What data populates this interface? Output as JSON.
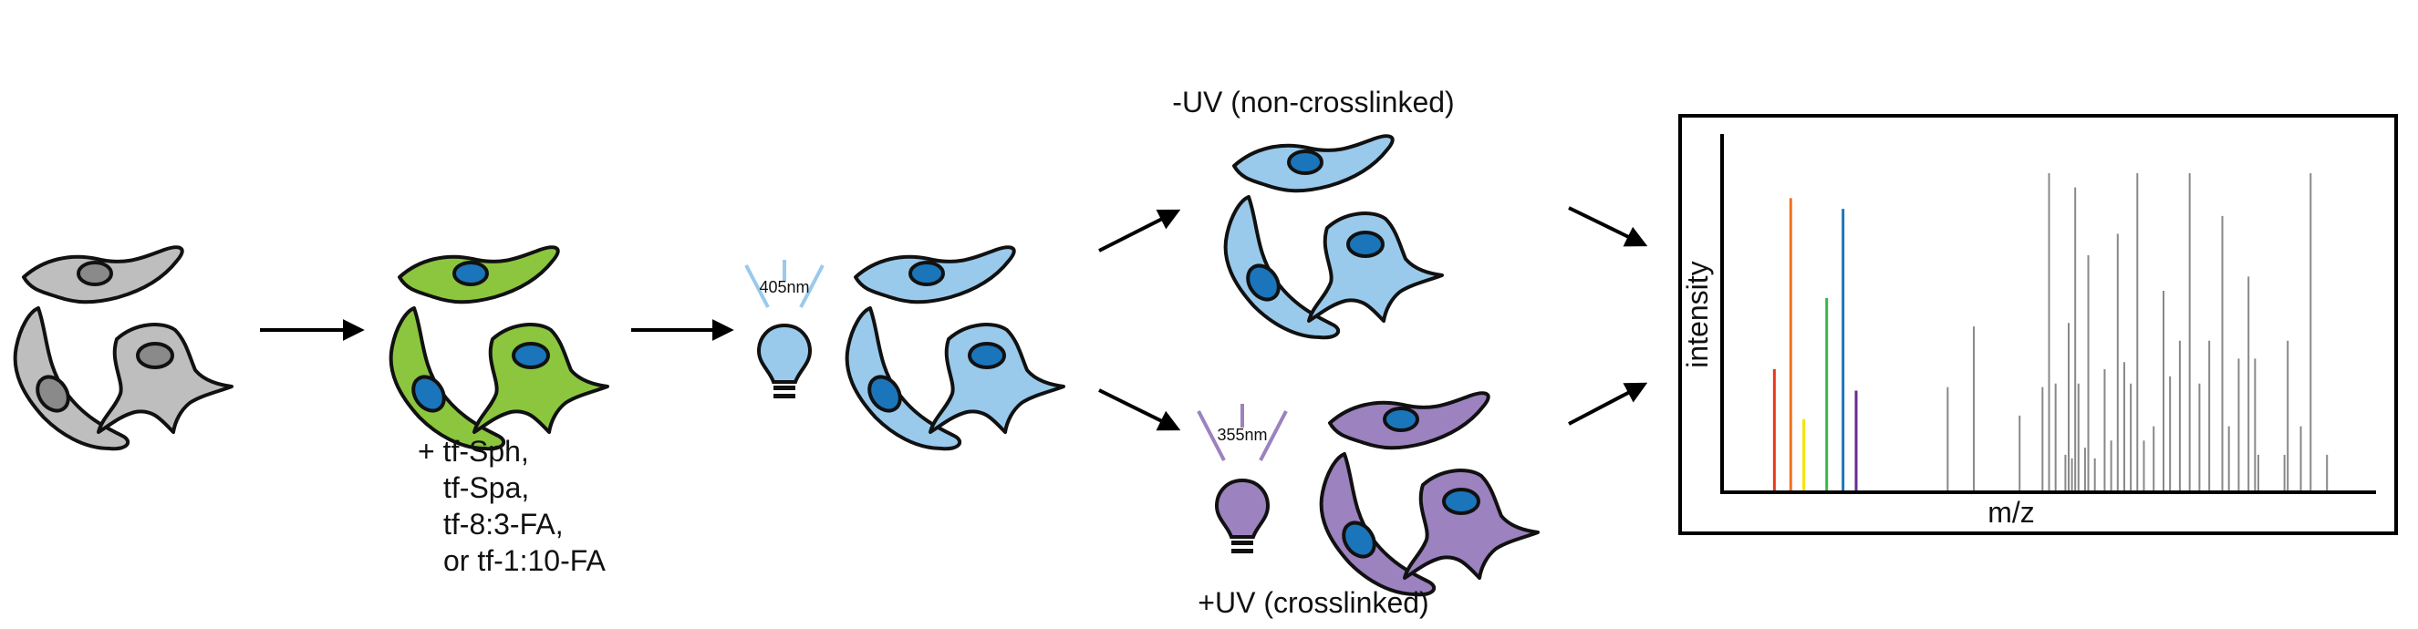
{
  "colors": {
    "untreated_cell": "#bebebe",
    "untreated_nucleus": "#8a8a8a",
    "treated_cell": "#8cc63f",
    "imaged_cell": "#99caec",
    "crosslinked_cell": "#9c82bf",
    "nucleus": "#1b75bb",
    "lamp_405": "#99caec",
    "lamp_355": "#9c82bf",
    "spectrum_gray": "#888888",
    "spectrum_highlights": [
      "#e8391d",
      "#f37021",
      "#f5e400",
      "#39b54a",
      "#1b75bb",
      "#662d91"
    ]
  },
  "treatment": {
    "lines": [
      "+ tf-Sph,",
      "tf-Spa,",
      "tf-8:3-FA,",
      "or tf-1:10-FA"
    ]
  },
  "lamp_405": {
    "label": "405nm",
    "icon": "lightbulb-icon"
  },
  "lamp_355": {
    "label": "355nm",
    "icon": "lightbulb-icon"
  },
  "conditions": {
    "minus_uv": "-UV (non-crosslinked)",
    "plus_uv": "+UV (crosslinked)"
  },
  "chart_data": {
    "type": "bar",
    "xlabel": "m/z",
    "ylabel": "intensity",
    "grid": false,
    "ylim": [
      0,
      1
    ],
    "highlight_peaks": [
      {
        "x": 0.08,
        "y": 0.34,
        "color": "#e8391d"
      },
      {
        "x": 0.105,
        "y": 0.82,
        "color": "#f37021"
      },
      {
        "x": 0.125,
        "y": 0.2,
        "color": "#f5e400"
      },
      {
        "x": 0.16,
        "y": 0.54,
        "color": "#39b54a"
      },
      {
        "x": 0.185,
        "y": 0.79,
        "color": "#1b75bb"
      },
      {
        "x": 0.205,
        "y": 0.28,
        "color": "#662d91"
      }
    ],
    "gray_peaks": [
      {
        "x": 0.345,
        "y": 0.29
      },
      {
        "x": 0.385,
        "y": 0.46
      },
      {
        "x": 0.455,
        "y": 0.21
      },
      {
        "x": 0.49,
        "y": 0.29
      },
      {
        "x": 0.5,
        "y": 0.89
      },
      {
        "x": 0.51,
        "y": 0.3
      },
      {
        "x": 0.525,
        "y": 0.1
      },
      {
        "x": 0.53,
        "y": 0.47
      },
      {
        "x": 0.535,
        "y": 0.09
      },
      {
        "x": 0.54,
        "y": 0.85
      },
      {
        "x": 0.545,
        "y": 0.3
      },
      {
        "x": 0.555,
        "y": 0.12
      },
      {
        "x": 0.56,
        "y": 0.66
      },
      {
        "x": 0.57,
        "y": 0.09
      },
      {
        "x": 0.585,
        "y": 0.34
      },
      {
        "x": 0.595,
        "y": 0.14
      },
      {
        "x": 0.605,
        "y": 0.72
      },
      {
        "x": 0.615,
        "y": 0.36
      },
      {
        "x": 0.625,
        "y": 0.3
      },
      {
        "x": 0.635,
        "y": 0.89
      },
      {
        "x": 0.645,
        "y": 0.14
      },
      {
        "x": 0.66,
        "y": 0.18
      },
      {
        "x": 0.675,
        "y": 0.56
      },
      {
        "x": 0.685,
        "y": 0.32
      },
      {
        "x": 0.7,
        "y": 0.42
      },
      {
        "x": 0.715,
        "y": 0.89
      },
      {
        "x": 0.73,
        "y": 0.3
      },
      {
        "x": 0.745,
        "y": 0.42
      },
      {
        "x": 0.765,
        "y": 0.77
      },
      {
        "x": 0.775,
        "y": 0.18
      },
      {
        "x": 0.79,
        "y": 0.37
      },
      {
        "x": 0.805,
        "y": 0.6
      },
      {
        "x": 0.815,
        "y": 0.37
      },
      {
        "x": 0.82,
        "y": 0.1
      },
      {
        "x": 0.86,
        "y": 0.1
      },
      {
        "x": 0.865,
        "y": 0.42
      },
      {
        "x": 0.885,
        "y": 0.18
      },
      {
        "x": 0.9,
        "y": 0.89
      },
      {
        "x": 0.925,
        "y": 0.1
      }
    ]
  }
}
